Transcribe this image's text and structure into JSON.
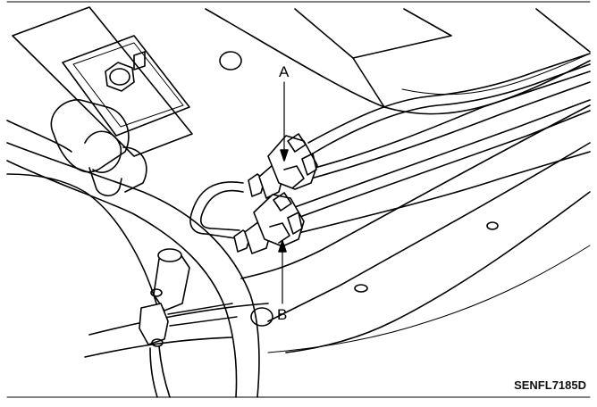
{
  "figure": {
    "callout_a": "A",
    "callout_b": "B",
    "figure_code": "SENFL7185D"
  },
  "colors": {
    "line": "#000000",
    "background": "#ffffff"
  }
}
